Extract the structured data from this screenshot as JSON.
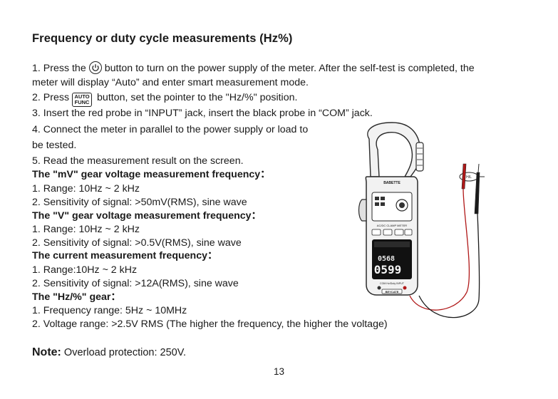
{
  "section": {
    "title": "Frequency or duty cycle measurements (Hz%)"
  },
  "steps": {
    "s1_a": "1. Press the",
    "s1_b": "button to turn on the power supply of the meter. After the self-test is completed, the",
    "s1_c": "meter will display “Auto” and enter smart measurement mode.",
    "s2_a": "2. Press",
    "s2_b": "button, set the pointer to the \"Hz/%\" position.",
    "s3": "3. Insert the red probe in “INPUT” jack, insert the black probe in “COM” jack.",
    "s4_a": "4. Connect the meter in parallel to the power supply or load to",
    "s4_b": "be tested.",
    "s5": "5. Read the measurement result on the screen."
  },
  "auto_button": {
    "line1": "AUTO",
    "line2": "FUNC"
  },
  "mv_gear": {
    "heading": "The \"mV\" gear voltage measurement frequency：",
    "range": "1. Range: 10Hz ~ 2 kHz",
    "sensitivity": "2. Sensitivity of signal: >50mV(RMS), sine wave"
  },
  "v_gear": {
    "heading": "The \"V\" gear voltage measurement frequency：",
    "range": "1. Range: 10Hz ~ 2 kHz",
    "sensitivity": "2. Sensitivity of signal: >0.5V(RMS), sine wave"
  },
  "current_gear": {
    "heading": "The current measurement frequency：",
    "range": "1. Range:10Hz ~ 2 kHz",
    "sensitivity": "2. Sensitivity of signal: >12A(RMS), sine wave"
  },
  "hz_gear": {
    "heading": "The \"Hz/%\" gear：",
    "freq_range": "1. Frequency range: 5Hz ~ 10MHz",
    "volt_range": "2. Voltage range: >2.5V RMS (The higher the frequency, the higher the voltage)"
  },
  "note": {
    "label": "Note:",
    "text": "Overload protection: 250V."
  },
  "page_number": "13",
  "meter": {
    "brand": "BABETTE",
    "model_line": "AC/DC CLAMP METER",
    "display_top": "0568",
    "display_main": "0599",
    "footer_brand": "BEYCATE",
    "jack_labels": "COM  Hz/Duty INPUT",
    "load_label": "H/L"
  },
  "colors": {
    "text": "#1a1a1a",
    "meter_body": "#f2f2f2",
    "meter_outline": "#2a2a2a",
    "display_bg": "#111111",
    "red_lead": "#b01818",
    "black_lead": "#1a1a1a"
  }
}
